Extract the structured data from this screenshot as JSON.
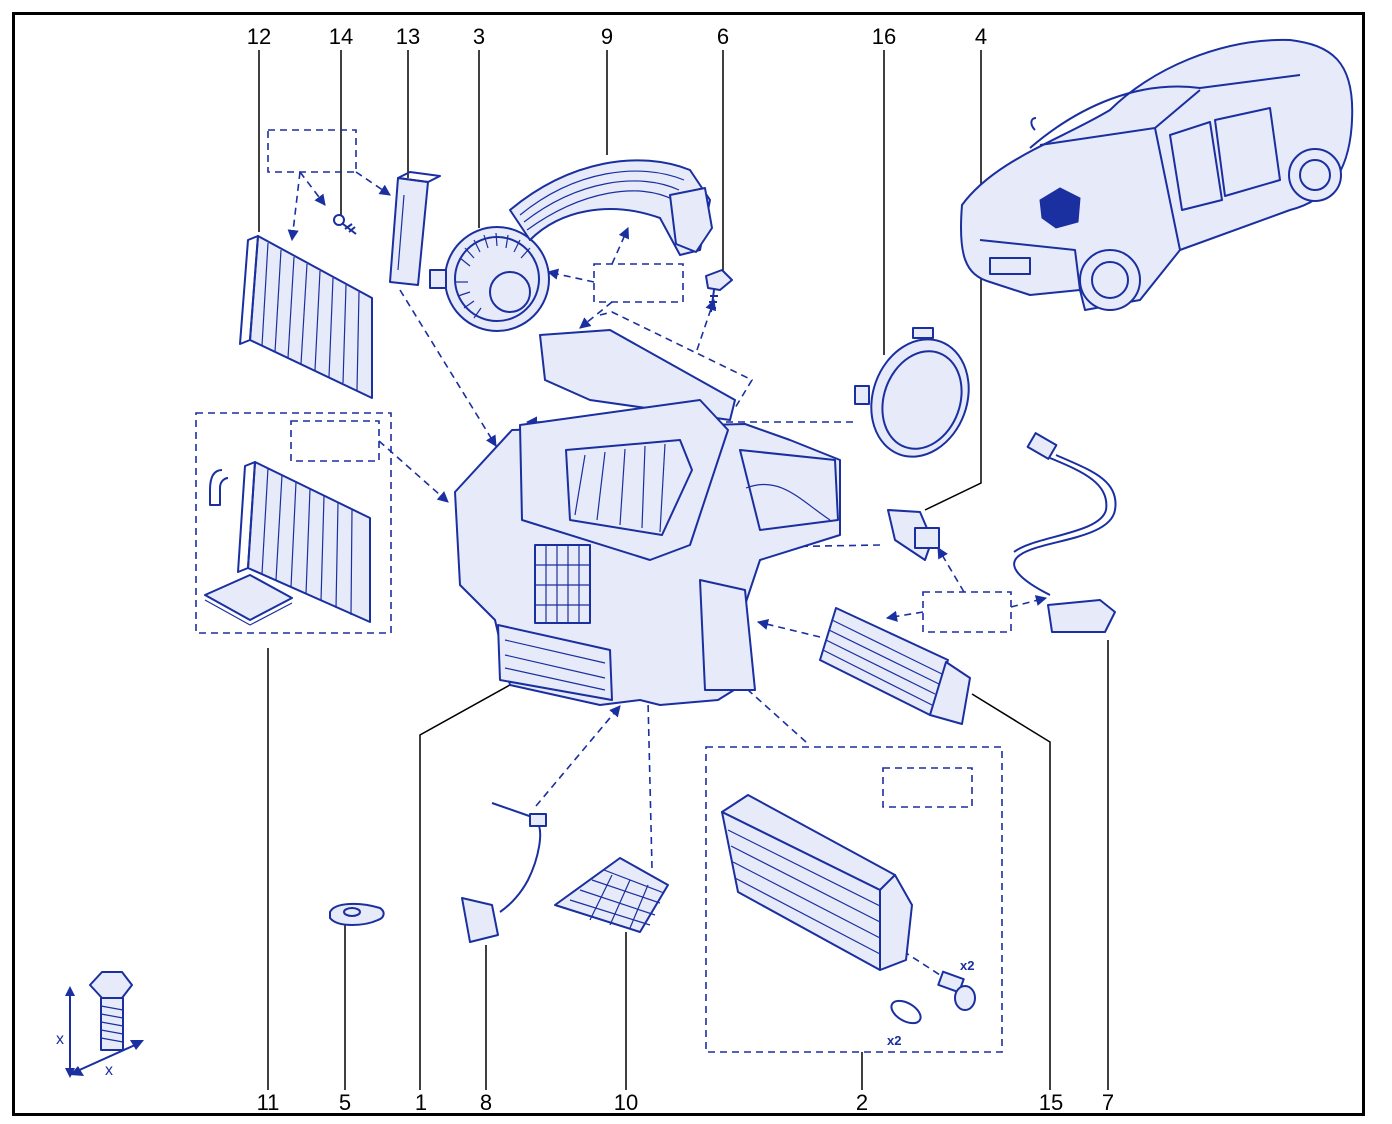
{
  "callouts": {
    "c12": "12",
    "c14": "14",
    "c13": "13",
    "c3": "3",
    "c9": "9",
    "c6": "6",
    "c16": "16",
    "c4": "4",
    "c11": "11",
    "c5": "5",
    "c1": "1",
    "c8": "8",
    "c10": "10",
    "c2": "2",
    "c15": "15",
    "c7": "7"
  },
  "quantities": {
    "screw_x2": "x2",
    "ring_x2": "x2"
  },
  "torque_legend": {
    "label_vertical": "x",
    "label_horizontal": "x"
  },
  "colors": {
    "line_art": "#1a2fa0",
    "callout_text": "#000000",
    "frame": "#000000"
  }
}
